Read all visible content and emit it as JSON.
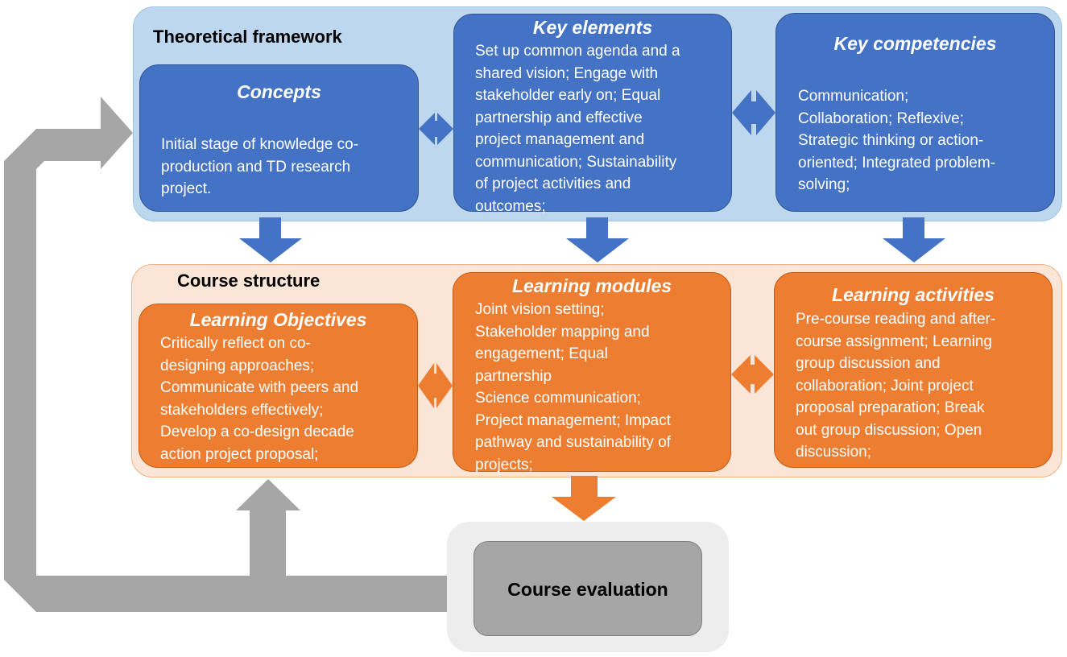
{
  "colors": {
    "blue_box": "#4472c4",
    "blue_panel": "#bdd7ee",
    "orange_box": "#ed7d31",
    "orange_panel": "#fbe5d6",
    "grey_box": "#a6a6a6",
    "grey_panel": "#ededed",
    "feedback_arrow": "#a6a6a6"
  },
  "theoretical_framework": {
    "title": "Theoretical framework",
    "concepts": {
      "title": "Concepts",
      "lines": [
        "Initial stage of knowledge co-",
        "production and TD research",
        "project."
      ]
    },
    "key_elements": {
      "title": "Key elements",
      "lines": [
        "Set up common agenda and a",
        "shared vision; Engage with",
        "stakeholder early on; Equal",
        "partnership and effective",
        "project management and",
        "communication; Sustainability",
        "of project activities and",
        "outcomes;"
      ]
    },
    "key_competencies": {
      "title": "Key competencies",
      "lines": [
        "Communication;",
        "Collaboration; Reflexive;",
        "Strategic thinking or action-",
        "oriented; Integrated problem-",
        "solving;"
      ]
    }
  },
  "course_structure": {
    "title": "Course structure",
    "learning_objectives": {
      "title": "Learning Objectives",
      "lines": [
        "Critically reflect on co-",
        "designing approaches;",
        "Communicate with peers and",
        "stakeholders effectively;",
        "Develop a co-design decade",
        "action project proposal;"
      ]
    },
    "learning_modules": {
      "title": "Learning modules",
      "lines": [
        "Joint vision setting;",
        "Stakeholder mapping and",
        "engagement; Equal",
        "partnership",
        "Science communication;",
        "Project management; Impact",
        "pathway and sustainability of",
        "projects;"
      ]
    },
    "learning_activities": {
      "title": "Learning activities",
      "lines": [
        "Pre-course reading and after-",
        "course assignment; Learning",
        "group discussion and",
        "collaboration; Joint project",
        "proposal preparation; Break",
        "out group discussion; Open",
        "discussion;"
      ]
    }
  },
  "course_evaluation": {
    "label": "Course evaluation"
  }
}
